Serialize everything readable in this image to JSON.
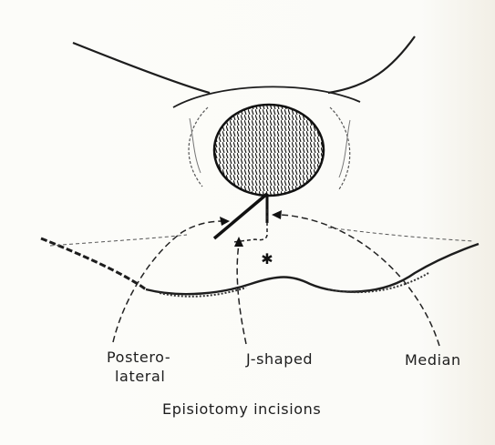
{
  "labels": {
    "posterolateral_1": "Postero-",
    "posterolateral_2": "lateral",
    "j_shaped": "J-shaped",
    "median": "Median",
    "caption": "Episiotomy incisions"
  },
  "colors": {
    "ink": "#1d1d1d",
    "paper": "#fbfbf8",
    "show_through": "#c9c2b2"
  }
}
